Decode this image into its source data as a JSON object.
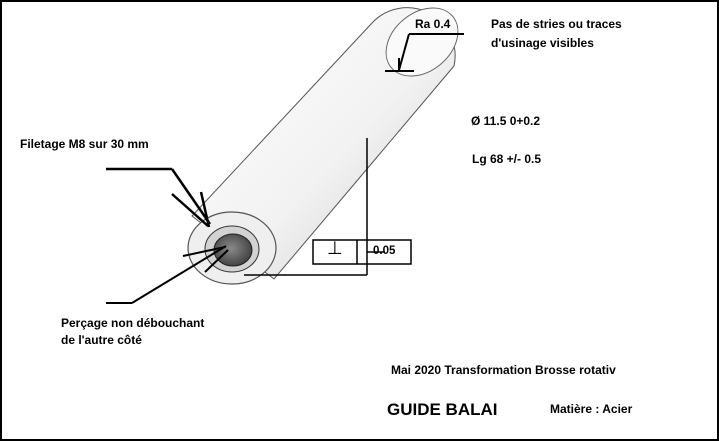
{
  "annotations": {
    "roughness": "Ra 0.4",
    "surface_note_line1": "Pas de stries ou traces",
    "surface_note_line2": "d'usinage visibles",
    "diameter": "Ø 11.5 0+0.2",
    "length": "Lg 68 +/- 0.5",
    "thread": "Filetage M8 sur 30 mm",
    "perpendicularity_symbol": "⊥",
    "perpendicularity_value": "0.05",
    "bore_note_line1": "Perçage non débouchant",
    "bore_note_line2": "de l'autre côté"
  },
  "title_block": {
    "date_line": "Mai 2020  Transformation Brosse rotativ",
    "part_name": "GUIDE BALAI",
    "material": "Matière : Acier"
  },
  "colors": {
    "border": "#000000",
    "tube_fill": "#f4f4f4",
    "tube_shadow": "#b8b8b8",
    "bore": "#6e6e6e"
  }
}
